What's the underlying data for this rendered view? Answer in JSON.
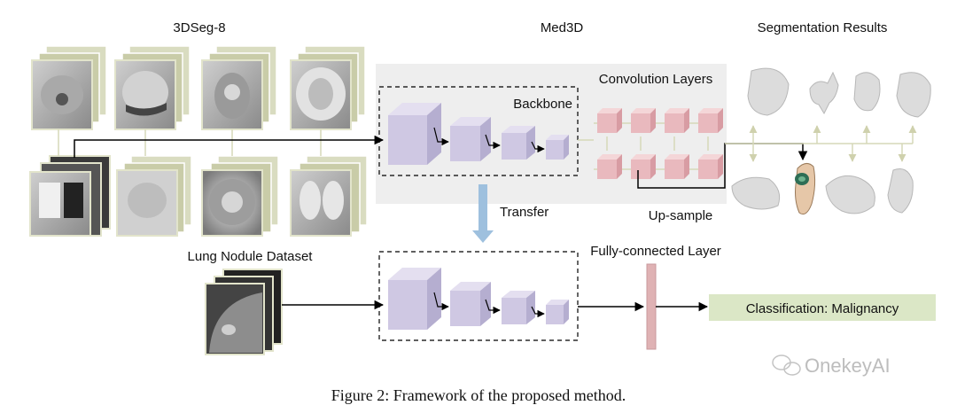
{
  "labels": {
    "dataset_top": "3DSeg-8",
    "med3d": "Med3D",
    "seg_results": "Segmentation Results",
    "conv_layers": "Convolution Layers",
    "backbone": "Backbone",
    "transfer": "Transfer",
    "up_sample": "Up-sample",
    "lung_dataset": "Lung Nodule Dataset",
    "fc_layer": "Fully-connected Layer",
    "classification": "Classification: Malignancy"
  },
  "caption": "Figure 2: Framework of the proposed method.",
  "watermark": "OnekeyAI",
  "colors": {
    "block_face": "#cfc8e3",
    "block_top": "#e4dff0",
    "block_side": "#b5aed0",
    "conv_face": "#e9b9be",
    "conv_top": "#f4d6d8",
    "conv_side": "#d89ca3",
    "panel_bg": "#eeeeee",
    "connector": "#d6d8b8",
    "transfer_arrow": "#9ec0de",
    "fc_bar": "#dfb2b4",
    "classification_bg": "#dbe7c6",
    "organ": "#dcdcdc"
  }
}
